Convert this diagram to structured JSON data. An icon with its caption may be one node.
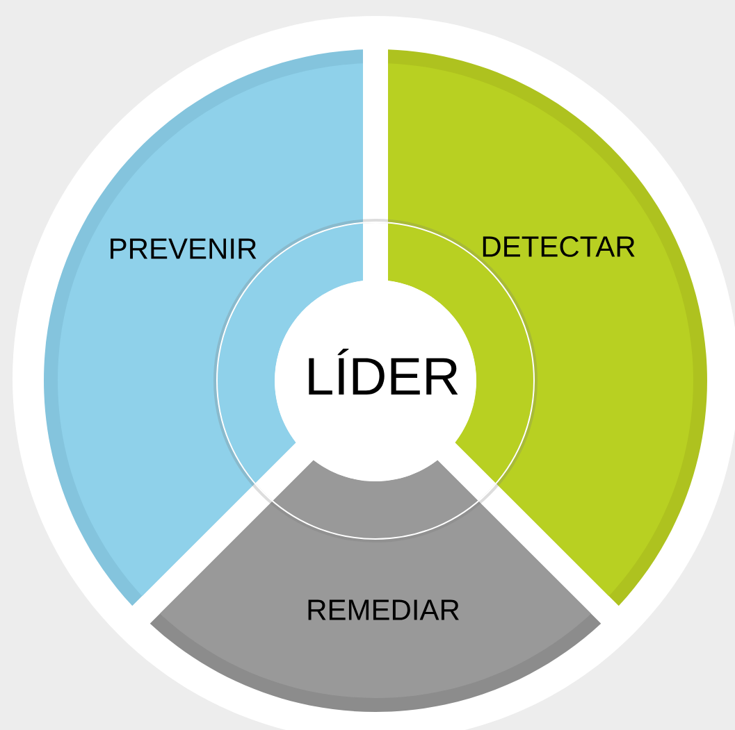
{
  "diagram": {
    "nodes": [
      {
        "text": [
          "PREVENIR"
        ]
      },
      {
        "text": [
          "DETECTAR"
        ]
      },
      {
        "text": [
          "REMEDIAR"
        ]
      },
      {
        "text": [
          "LÍDER"
        ]
      }
    ]
  }
}
